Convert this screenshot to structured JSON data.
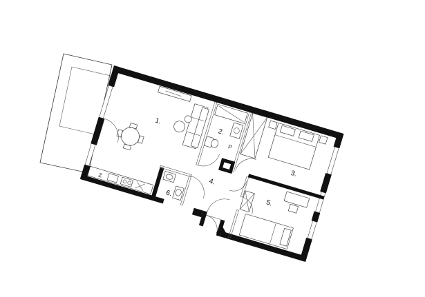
{
  "plan": {
    "rooms": [
      {
        "id": "room-1",
        "label": "1."
      },
      {
        "id": "room-2",
        "label": "2."
      },
      {
        "id": "room-3",
        "label": "3."
      },
      {
        "id": "room-4",
        "label": "4."
      },
      {
        "id": "room-5",
        "label": "5."
      },
      {
        "id": "room-6",
        "label": "6."
      }
    ],
    "markers": {
      "p_label": "P",
      "z_label": "Z"
    },
    "colors": {
      "wall": "#111111",
      "line": "#444444",
      "background": "#ffffff"
    }
  }
}
